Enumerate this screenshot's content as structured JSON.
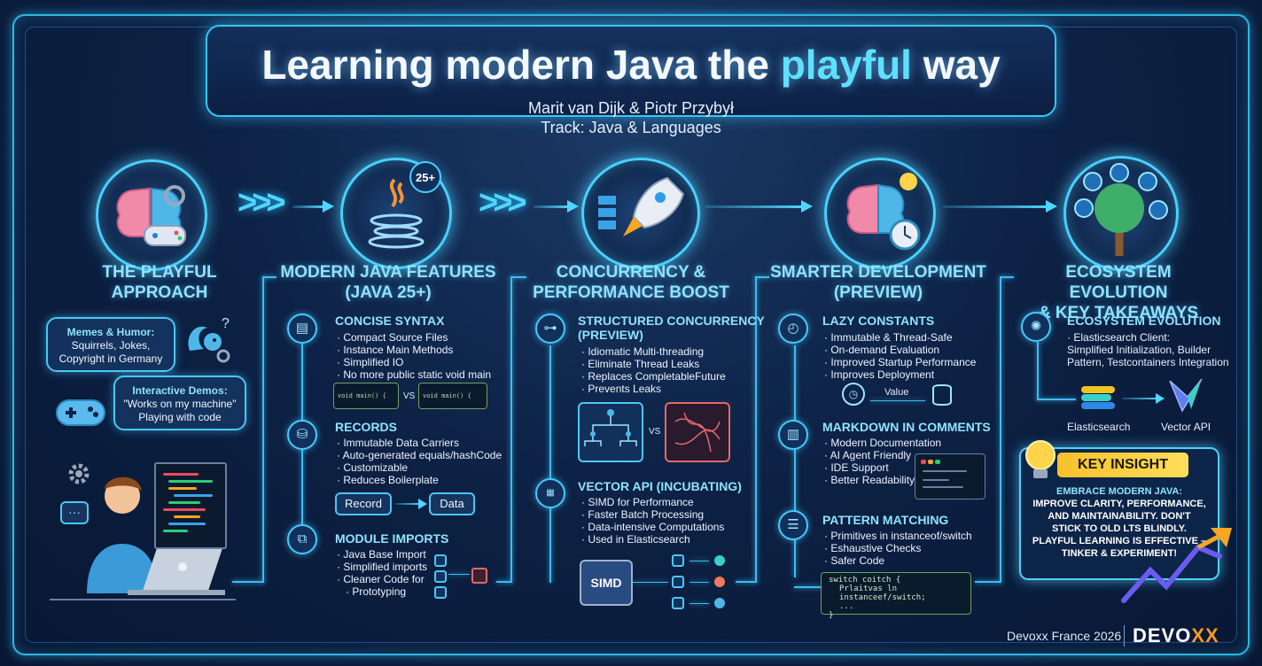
{
  "header": {
    "title_prefix": "Learning modern Java the ",
    "title_accent": "playful",
    "title_suffix": " way",
    "speakers": "Marit van Dijk & Piotr Przybył",
    "track": "Track: Java & Languages"
  },
  "colors": {
    "accent": "#5ee0ff",
    "frame": "#2bb8e6",
    "insight": "#f8c02a",
    "devoxx_o": "#f39c22"
  },
  "java_badge": "25+",
  "columns": {
    "playful": {
      "title_line1": "THE PLAYFUL",
      "title_line2": "APPROACH",
      "bubble1": {
        "heading": "Memes & Humor:",
        "line1": "Squirrels, Jokes,",
        "line2": "Copyright in Germany"
      },
      "bubble2": {
        "heading": "Interactive Demos:",
        "line1": "\"Works on my machine\"",
        "line2": "Playing with code"
      }
    },
    "modern": {
      "title_line1": "MODERN JAVA FEATURES",
      "title_line2": "(JAVA 25+)",
      "syntax": {
        "title": "CONCISE SYNTAX",
        "items": [
          "Compact Source Files",
          "Instance Main Methods",
          "Simplified IO",
          "No more public static void main"
        ],
        "code_left": "void main() {",
        "code_right": "void main() {",
        "vs": "VS"
      },
      "records": {
        "title": "RECORDS",
        "items": [
          "Immutable Data Carriers",
          "Auto-generated equals/hashCode",
          "Customizable",
          "Reduces Boilerplate"
        ],
        "box_left": "Record",
        "box_right": "Data"
      },
      "modules": {
        "title": "MODULE IMPORTS",
        "items": [
          "Java Base Import",
          "Simplified imports",
          "Cleaner Code for",
          "Prototyping"
        ]
      }
    },
    "concurrency": {
      "title_line1": "CONCURRENCY &",
      "title_line2": "PERFORMANCE BOOST",
      "structured": {
        "title_line1": "STRUCTURED CONCURRENCY",
        "title_line2": "(PREVIEW)",
        "items": [
          "Idiomatic Multi-threading",
          "Eliminate Thread Leaks",
          "Replaces CompletableFuture",
          "Prevents Leaks"
        ],
        "vs": "VS"
      },
      "vector": {
        "title": "VECTOR API (INCUBATING)",
        "items": [
          "SIMD for Performance",
          "Faster Batch Processing",
          "Data-intensive Computations",
          "Used in Elasticsearch"
        ],
        "chip": "SIMD"
      }
    },
    "smarter": {
      "title_line1": "SMARTER DEVELOPMENT",
      "title_line2": "(PREVIEW)",
      "lazy": {
        "title": "LAZY CONSTANTS",
        "items": [
          "Immutable & Thread-Safe",
          "On-demand Evaluation",
          "Improved Startup Performance",
          "Improves Deployment"
        ],
        "value_label": "Value"
      },
      "markdown": {
        "title": "MARKDOWN IN COMMENTS",
        "items": [
          "Modern Documentation",
          "AI Agent Friendly",
          "IDE Support",
          "Better Readability"
        ]
      },
      "pattern": {
        "title": "PATTERN MATCHING",
        "items": [
          "Primitives in instanceof/switch",
          "Eshaustive Checks",
          "Safer Code"
        ],
        "code1": "switch coitch {",
        "code2": "Prlaitvas ln instanceef/switch;",
        "code3": "...",
        "code4": "}"
      }
    },
    "ecosystem": {
      "title_line1": "ECOSYSTEM EVOLUTION",
      "title_line2": "& KEY TAKEAWAYS",
      "evolution": {
        "title": "ECOSYSTEM EVOLUTION",
        "items": [
          "Elasticsearch Client:"
        ],
        "detail1": "Simplified Initialization, Builder",
        "detail2": "Pattern, Testcontainers Integration",
        "logo_left": "Elasticsearch",
        "logo_right": "Vector API"
      },
      "insight": {
        "badge": "KEY INSIGHT",
        "line1": "EMBRACE MODERN JAVA:",
        "line2": "IMPROVE CLARITY, PERFORMANCE,",
        "line3": "AND MAINTAINABILITY. DON'T",
        "line4": "STICK TO OLD LTS BLINDLY.",
        "line5": "PLAYFUL LEARNING IS EFFECTIVE –",
        "line6": "TINKER & EXPERIMENT!"
      }
    }
  },
  "footer": {
    "event": "Devoxx France 2026",
    "brand_a": "DEVO",
    "brand_b": "XX"
  }
}
